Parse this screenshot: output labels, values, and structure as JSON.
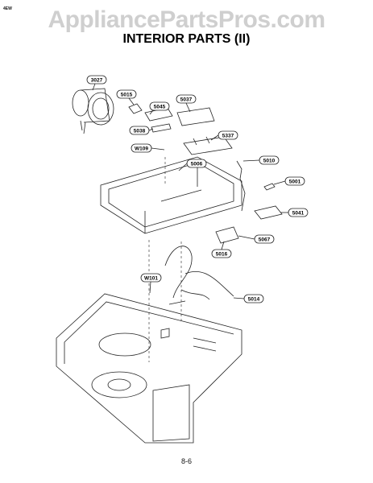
{
  "corner_text": "4EW",
  "watermark": "AppliancePartsPros.com",
  "title": "INTERIOR PARTS (II)",
  "page_number": "8-6",
  "part_labels": {
    "p3027": "3027",
    "p5015": "5015",
    "p5045": "5045",
    "p5037": "5037",
    "p5038": "5038",
    "p5337": "5337",
    "pW109": "W109",
    "p5006": "5006",
    "p5010": "5010",
    "p5001": "5001",
    "p5041": "5041",
    "p5067": "5067",
    "p5016": "5016",
    "pW101": "W101",
    "p5014": "5014"
  }
}
